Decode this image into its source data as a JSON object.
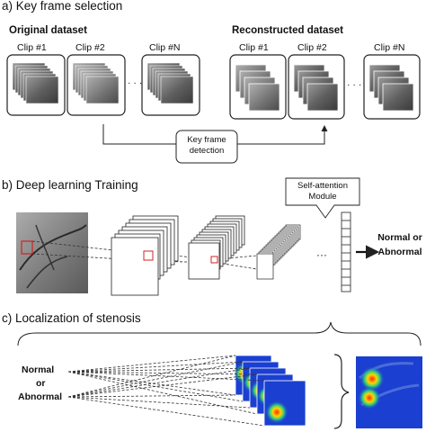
{
  "section_a": {
    "title": "a) Key frame selection",
    "original_label": "Original dataset",
    "reconstructed_label": "Reconstructed dataset",
    "original_clips": [
      "Clip #1",
      "Clip #2",
      "Clip #N"
    ],
    "reconstructed_clips": [
      "Clip #1",
      "Clip #2",
      "Clip #N"
    ],
    "ellipsis": "· · ·",
    "detection_box": "Key frame detection"
  },
  "section_b": {
    "title": "b) Deep learning Training",
    "attention_label": "Self-attention Module",
    "ellipsis": "···",
    "output_label": "Normal or Abnormal"
  },
  "section_c": {
    "title": "c) Localization of stenosis",
    "output_normal": "Normal",
    "output_or": "or",
    "output_abnormal": "Abnormal"
  },
  "colors": {
    "line": "#222222",
    "highlight_box": "#d62020",
    "heatmap_blue": "#1a3fd1"
  }
}
